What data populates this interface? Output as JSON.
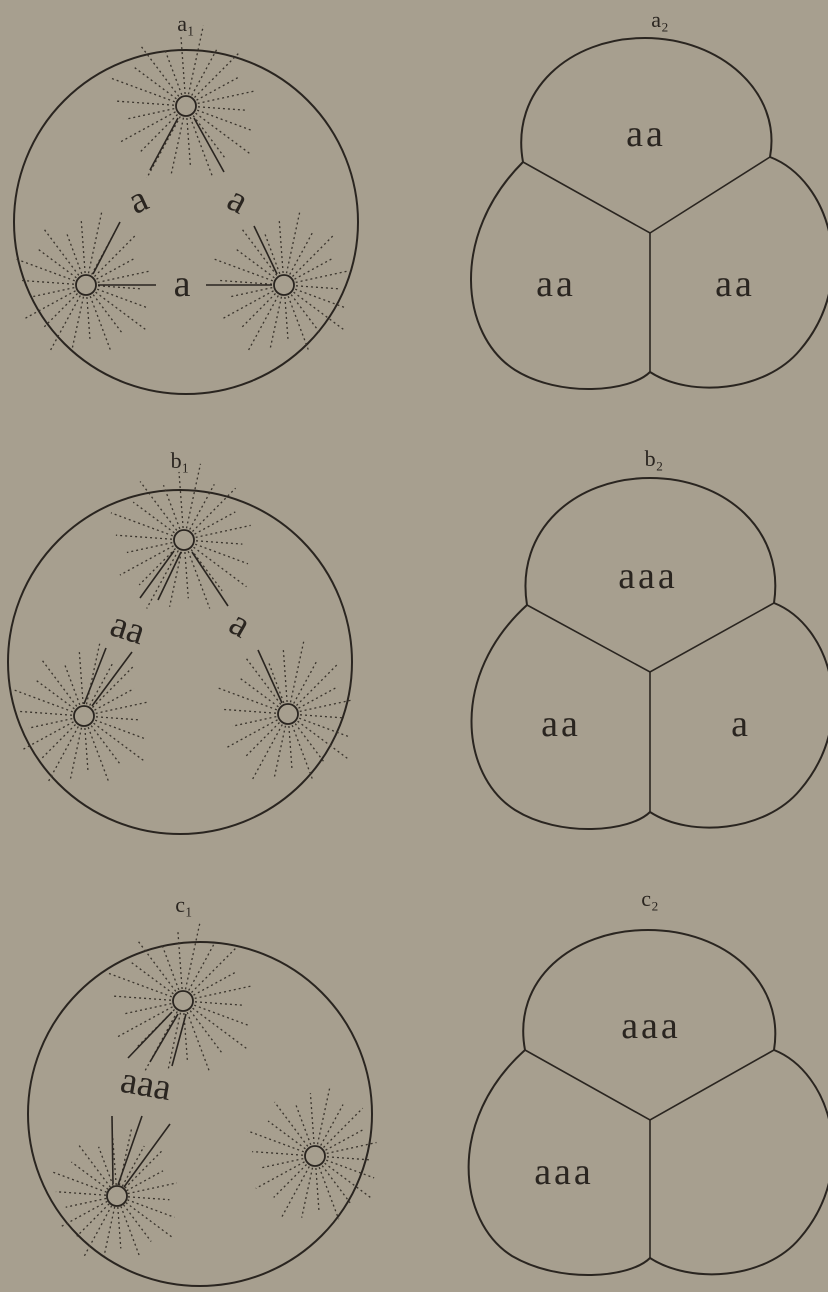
{
  "figures": [
    {
      "id": "a",
      "left_label": "a₁",
      "right_label": "a₂",
      "spindle_groups": [
        {
          "between": "top-left",
          "text": "a"
        },
        {
          "between": "top-right",
          "text": "a"
        },
        {
          "between": "left-right",
          "text": "a"
        }
      ],
      "cell_contents": {
        "top": "aa",
        "left": "aa",
        "right": "aa"
      }
    },
    {
      "id": "b",
      "left_label": "b₁",
      "right_label": "b₂",
      "spindle_groups": [
        {
          "between": "top-left",
          "text": "aa"
        },
        {
          "between": "top-right",
          "text": "a"
        }
      ],
      "cell_contents": {
        "top": "aaa",
        "left": "aa",
        "right": "a"
      }
    },
    {
      "id": "c",
      "left_label": "c₁",
      "right_label": "c₂",
      "spindle_groups": [
        {
          "between": "top-left",
          "text": "aaa"
        }
      ],
      "cell_contents": {
        "top": "aaa",
        "left": "aaa",
        "right": ""
      }
    }
  ]
}
